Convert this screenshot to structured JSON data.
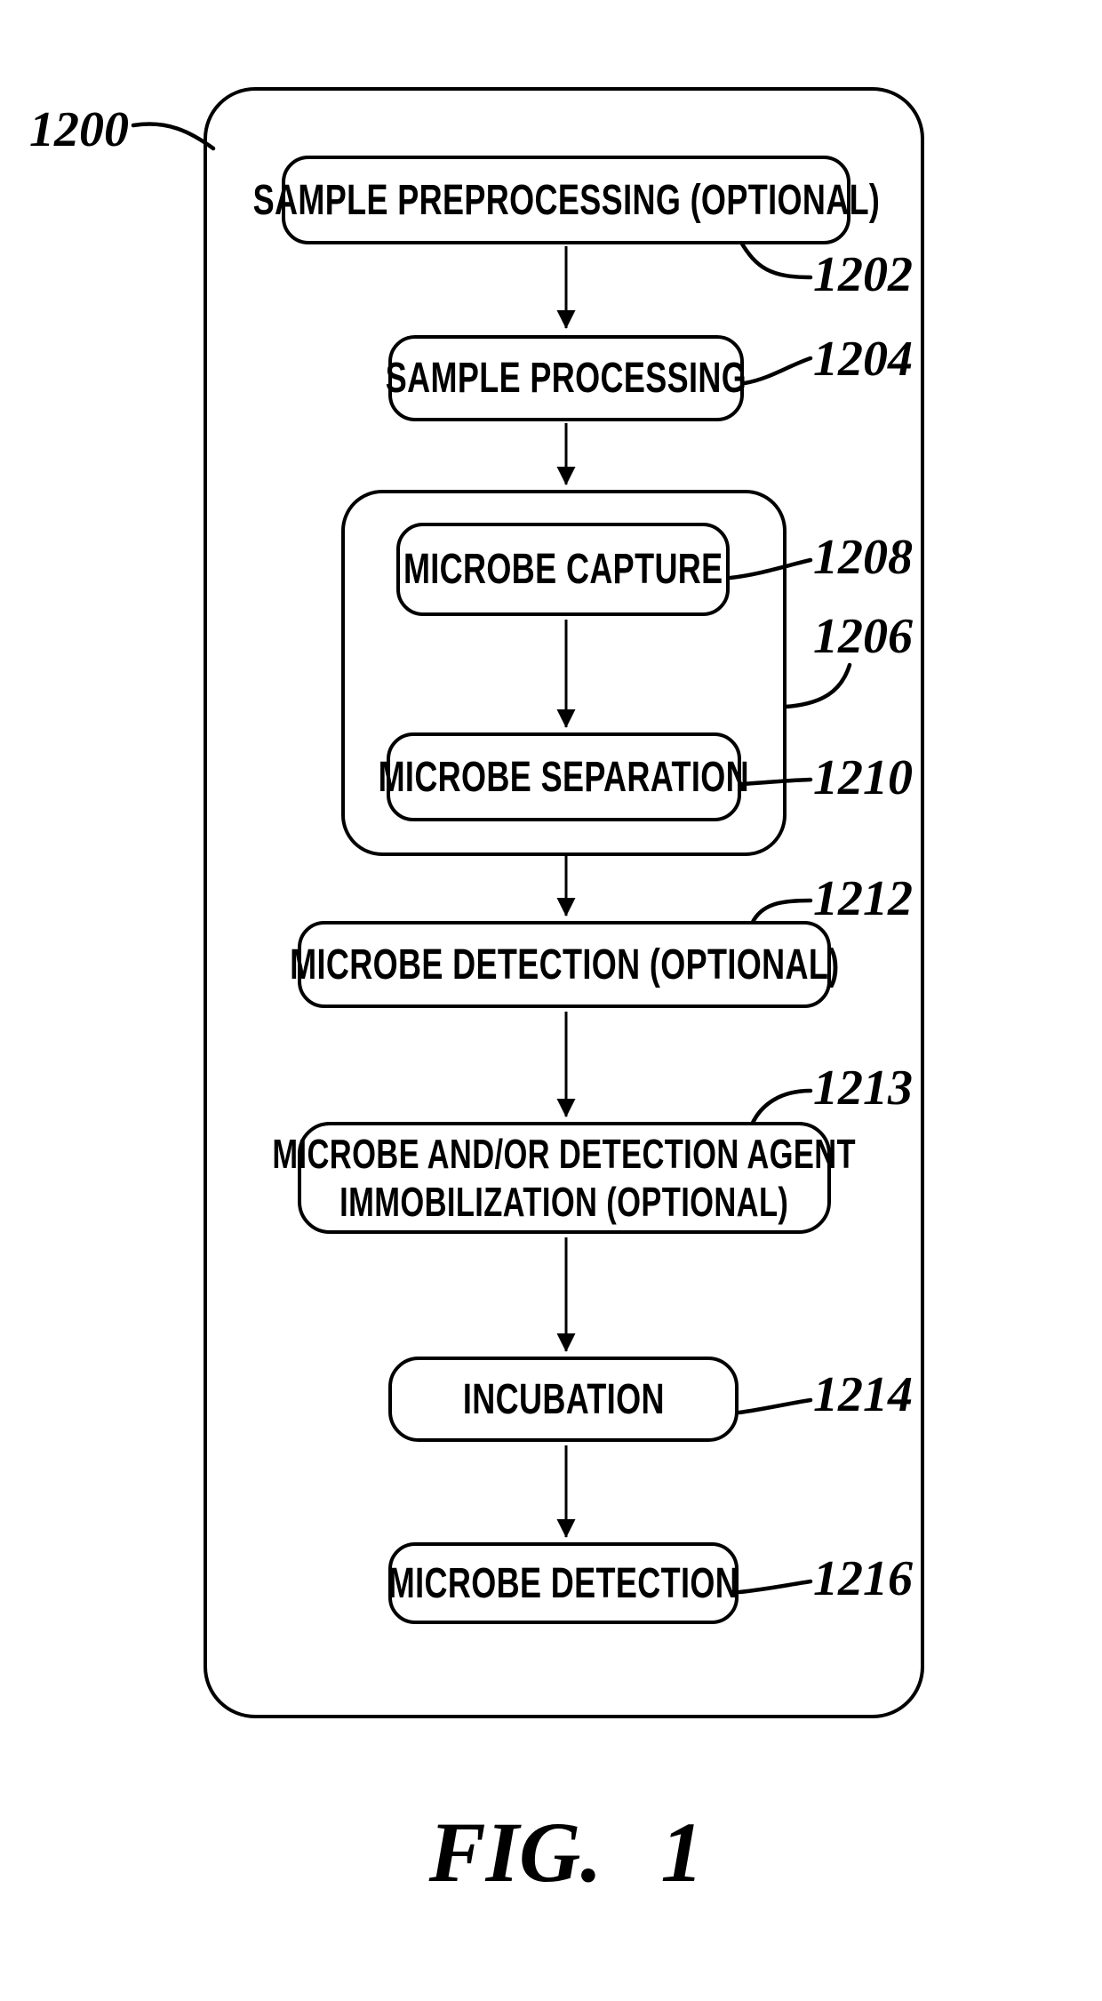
{
  "figure": {
    "ref_root": "1200",
    "caption": {
      "prefix": "FIG.",
      "number": "1"
    },
    "colors": {
      "ink": "#000000",
      "paper": "#ffffff"
    },
    "nodes": {
      "preprocessing": {
        "label": "SAMPLE PREPROCESSING (OPTIONAL)",
        "ref": "1202"
      },
      "processing": {
        "label": "SAMPLE PROCESSING",
        "ref": "1204"
      },
      "capture": {
        "label": "MICROBE CAPTURE",
        "ref": "1208"
      },
      "capture_group": {
        "ref": "1206"
      },
      "separation": {
        "label": "MICROBE SEPARATION",
        "ref": "1210"
      },
      "detection_optional": {
        "label": "MICROBE DETECTION (OPTIONAL)",
        "ref": "1212"
      },
      "immobilization": {
        "line1": "MICROBE AND/OR DETECTION AGENT",
        "line2": "IMMOBILIZATION (OPTIONAL)",
        "ref": "1213"
      },
      "incubation": {
        "label": "INCUBATION",
        "ref": "1214"
      },
      "detection": {
        "label": "MICROBE DETECTION",
        "ref": "1216"
      }
    }
  }
}
